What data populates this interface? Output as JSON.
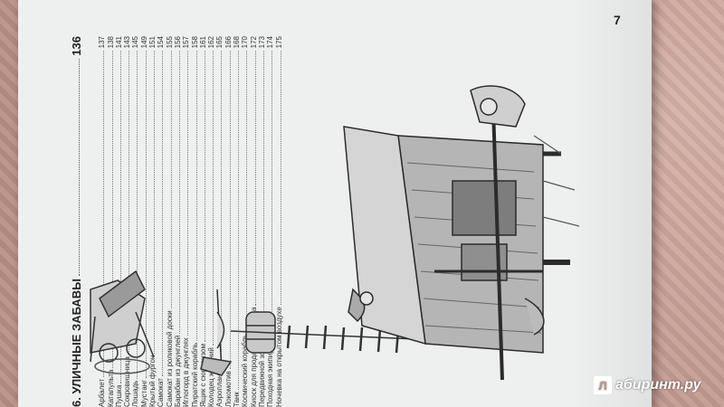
{
  "page": {
    "section_title": "6. УЛИЧНЫЕ ЗАБАВЫ",
    "section_page": "136",
    "page_number": "7"
  },
  "toc": [
    {
      "label": "Арбалет",
      "page": "137"
    },
    {
      "label": "Катапульта",
      "page": "138"
    },
    {
      "label": "Пушка",
      "page": "141"
    },
    {
      "label": "Сокровищница",
      "page": "143"
    },
    {
      "label": "Лошадь",
      "page": "145"
    },
    {
      "label": "Мустанг",
      "page": "149"
    },
    {
      "label": "Крытый фургон",
      "page": "151"
    },
    {
      "label": "Самокат",
      "page": "154"
    },
    {
      "label": "Самокат из роликовой доски",
      "page": "155"
    },
    {
      "label": "Барабан из джунглей",
      "page": "156"
    },
    {
      "label": "Иглогорд в джунглях",
      "page": "157"
    },
    {
      "label": "Пиратский корабль",
      "page": "158"
    },
    {
      "label": "Ящик с сюрпризом",
      "page": "161"
    },
    {
      "label": "Колодец желаний",
      "page": "162"
    },
    {
      "label": "Аэроплан",
      "page": "165"
    },
    {
      "label": "Локомотив",
      "page": "166"
    },
    {
      "label": "Танк",
      "page": "168"
    },
    {
      "label": "Космический корабль",
      "page": "170"
    },
    {
      "label": "Киоск для продажи лимонада",
      "page": "172"
    },
    {
      "label": "Передвижной зоопарк",
      "page": "173"
    },
    {
      "label": "Походная экипировка",
      "page": "174"
    },
    {
      "label": "Ночевка на открытом воздухе",
      "page": "175"
    }
  ],
  "watermark": {
    "logo": "Л",
    "text": "абиринт.ру"
  }
}
